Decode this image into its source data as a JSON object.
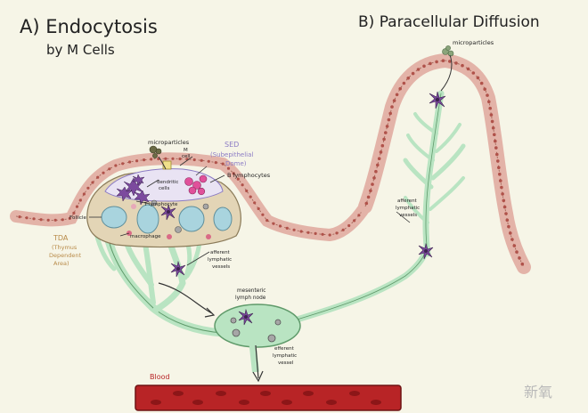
{
  "section_a": {
    "title_line1": "A) Endocytosis",
    "title_line2": "by M Cells"
  },
  "section_b": {
    "title": "B) Paracellular Diffusion"
  },
  "labels": {
    "microparticles_a": "microparticles",
    "microparticles_b": "microparticles",
    "m_cell_line1": "M",
    "m_cell_line2": "cell",
    "sed_line1": "SED",
    "sed_line2": "(Subepithelial",
    "sed_line3": "Dome)",
    "b_lymphocytes": "B lymphocytes",
    "dendritic_line1": "dendritic",
    "dendritic_line2": "cells",
    "t_lymphocyte": "T lymphocyte",
    "follicle": "Follicle",
    "macrophage": "macrophage",
    "tda_line1": "TDA",
    "tda_line2": "(Thymus",
    "tda_line3": "Dependent",
    "tda_line4": "Area)",
    "afferent_a_line1": "afferent",
    "afferent_a_line2": "lymphatic",
    "afferent_a_line3": "vessels",
    "afferent_b_line1": "afferent",
    "afferent_b_line2": "lymphatic",
    "afferent_b_line3": "vessels",
    "mesenteric_line1": "mesenteric",
    "mesenteric_line2": "lymph node",
    "efferent_line1": "efferent",
    "efferent_line2": "lymphatic",
    "efferent_line3": "vessel",
    "blood": "Blood"
  },
  "watermark": "新氧",
  "colors": {
    "background": "#f6f5e7",
    "epithelium": "#e3b3a8",
    "epithelium_stroke": "#9b5a4c",
    "nucleus": "#b0524a",
    "follicle_fill": "#e3d5b6",
    "lymphatic": "#b9e4c2",
    "lymphatic_stroke": "#5f9a6a",
    "sed_fill": "#e9e3f3",
    "sed_label": "#8b7bc4",
    "dendritic": "#7c4a9e",
    "b_cell": "#e0509a",
    "follicle_blue": "#a9d4de",
    "blood": "#b82426",
    "blood_cell": "#8c1618",
    "tda_label": "#b88a48",
    "microparticle": "#8aa47a"
  }
}
